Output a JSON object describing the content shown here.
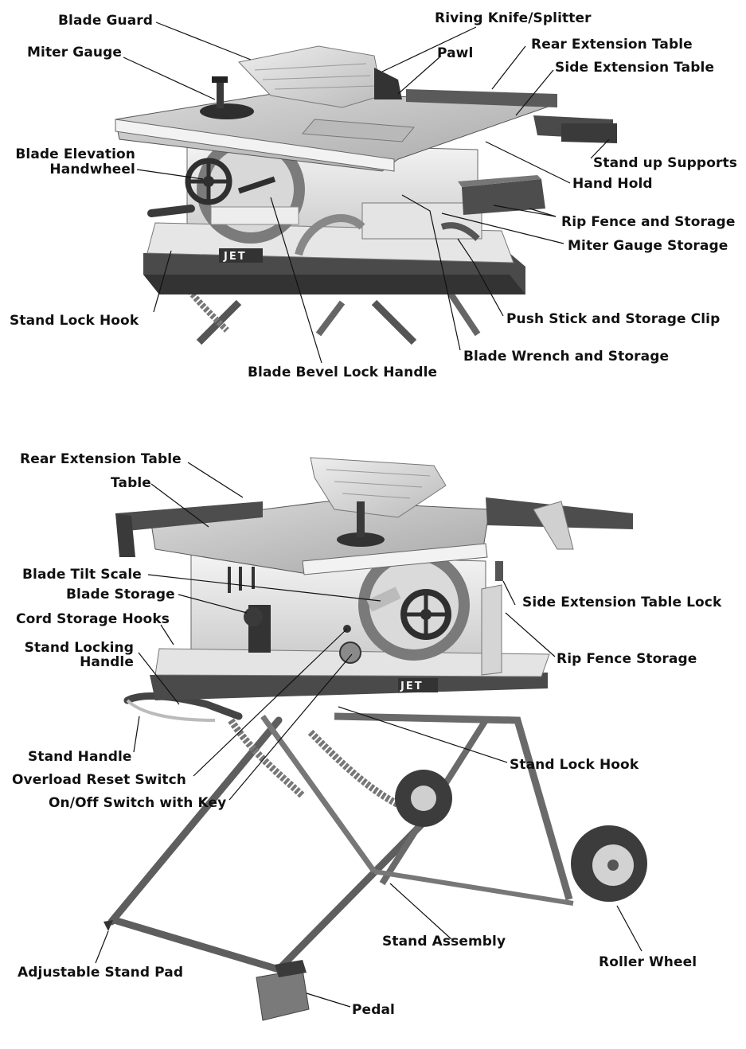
{
  "figure_top": {
    "labels": {
      "blade_guard": "Blade Guard",
      "riving_knife": "Riving Knife/Splitter",
      "miter_gauge": "Miter Gauge",
      "pawl": "Pawl",
      "rear_extension_table": "Rear Extension Table",
      "side_extension_table": "Side Extension Table",
      "blade_elevation_1": "Blade Elevation",
      "blade_elevation_2": "Handwheel",
      "stand_up_supports": "Stand up Supports",
      "hand_hold": "Hand Hold",
      "rip_fence_storage": "Rip Fence and Storage",
      "miter_gauge_storage": "Miter Gauge Storage",
      "stand_lock_hook": "Stand Lock Hook",
      "push_stick": "Push Stick and Storage Clip",
      "blade_wrench": "Blade Wrench and Storage",
      "blade_bevel_lock": "Blade Bevel Lock Handle"
    },
    "brand": "JET"
  },
  "figure_bottom": {
    "labels": {
      "rear_extension_table": "Rear Extension Table",
      "table": "Table",
      "blade_tilt_scale": "Blade Tilt Scale",
      "blade_storage": "Blade Storage",
      "cord_storage_hooks": "Cord Storage Hooks",
      "stand_locking_handle_1": "Stand Locking",
      "stand_locking_handle_2": "Handle",
      "side_extension_table_lock": "Side Extension Table Lock",
      "rip_fence_storage": "Rip Fence Storage",
      "stand_handle": "Stand Handle",
      "overload_reset_switch": "Overload Reset Switch",
      "on_off_switch": "On/Off Switch with Key",
      "stand_lock_hook": "Stand Lock Hook",
      "stand_assembly": "Stand Assembly",
      "roller_wheel": "Roller Wheel",
      "adjustable_stand_pad": "Adjustable Stand Pad",
      "pedal": "Pedal"
    },
    "brand": "JET"
  }
}
